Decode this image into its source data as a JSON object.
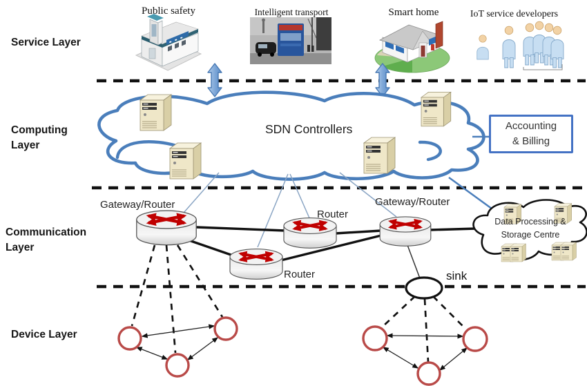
{
  "layer_labels": {
    "service": "Service Layer",
    "computing": "Computing\nLayer",
    "communication": "Communication\nLayer",
    "device": "Device Layer"
  },
  "service_layer": {
    "public_safety": "Public safety",
    "intelligent_transport": "Intelligent transport",
    "smart_home": "Smart home",
    "iot_developers": "IoT service developers"
  },
  "computing_layer": {
    "cloud_label": "SDN Controllers",
    "accounting_billing": {
      "line1": "Accounting",
      "line2": "& Billing"
    }
  },
  "communication_layer": {
    "gateway_router_left": "Gateway/Router",
    "router_top": "Router",
    "router_bottom": "Router",
    "gateway_router_right": "Gateway/Router",
    "storage_cloud": {
      "line1": "Data Processing &",
      "line2": "Storage Centre"
    }
  },
  "device_layer": {
    "sink": "sink"
  },
  "icons": {
    "public_safety": "police-building-icon",
    "intelligent_transport": "traffic-photo-icon",
    "smart_home": "house-icon",
    "iot_developers": "people-group-icon",
    "sdn_controller": "server-tower-icon",
    "router": "router-cylinder-icon",
    "sensor_node": "red-circle-node-icon",
    "sink": "sink-ellipse-icon",
    "layer_link": "blue-double-arrow-icon",
    "storage_server": "storage-server-icon"
  },
  "colors": {
    "cloud_stroke_blue": "#4a7ebb",
    "accounting_border_blue": "#4472c4",
    "arrow_fill_blue": "#7fa8d8",
    "thin_link_blue": "#8aa5c4",
    "node_red": "#b94a48",
    "router_arrow_red": "#c00000",
    "server_beige": "#efe7c8",
    "line_black": "#111111"
  }
}
